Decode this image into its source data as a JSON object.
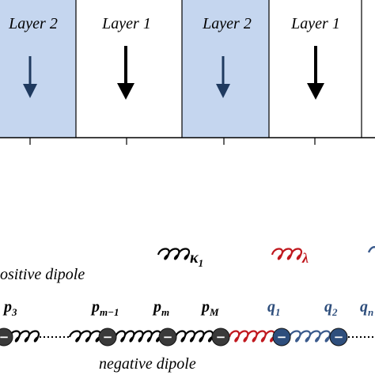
{
  "layers": {
    "labels": [
      "Layer 2",
      "Layer 1",
      "Layer 2",
      "Layer 1"
    ],
    "shaded": [
      true,
      false,
      true,
      false
    ]
  },
  "legend": {
    "kappa": "κ",
    "kappa_sub": "1",
    "lambda": "λ"
  },
  "dipoles": {
    "positive": "ositive dipole",
    "negative": "negative dipole"
  },
  "chain": {
    "p3": "p",
    "p3_sub": "3",
    "pm1": "p",
    "pm1_sub": "m−1",
    "pm": "p",
    "pm_sub": "m",
    "pM": "p",
    "pM_sub": "M",
    "q1": "q",
    "q1_sub": "1",
    "q2": "q",
    "q2_sub": "2",
    "qn": "q",
    "qn_sub": "n",
    "charge_sign": "−"
  },
  "colors": {
    "shade": "#c5d6ef",
    "arrow_blue": "#1f3a5f",
    "arrow_black": "#000000",
    "spring_red": "#c0181e",
    "spring_blue": "#3a5a8c",
    "bead_dark": "#3a3a3a",
    "bead_blue": "#2e4e7c"
  }
}
